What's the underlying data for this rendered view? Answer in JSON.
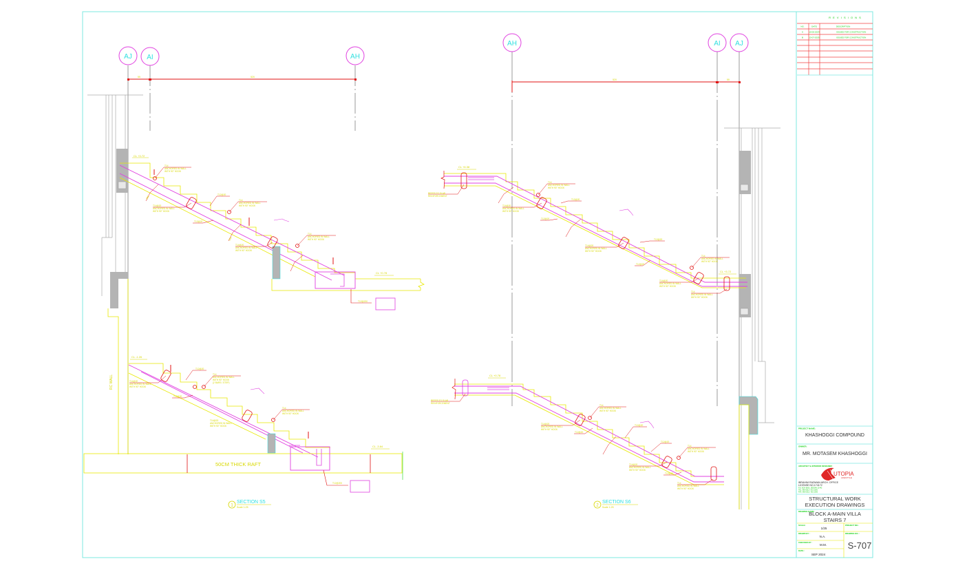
{
  "grid_bubbles": {
    "section_s5": [
      "AJ",
      "AI",
      "AH"
    ],
    "section_s6": [
      "AH",
      "AI",
      "AJ"
    ]
  },
  "dimensions": {
    "section_s5": [
      "55",
      "520"
    ],
    "section_s6": [
      "520",
      "55"
    ]
  },
  "sections": [
    {
      "number": "1",
      "title": "SECTION S5",
      "scale": "Scale 1:25"
    },
    {
      "number": "2",
      "title": "SECTION S6",
      "scale": "Scale 1:25"
    }
  ],
  "levels": {
    "s5_top": "CL +3.72",
    "s5_landing": "CL +0.78",
    "s5_bottom_top": "CL -1.26",
    "s5_raft": "CL -3.84",
    "s6_top_left": "CL +6.38",
    "s6_top_right": "CL +3.72",
    "s6_bottom_left": "CL +0.78"
  },
  "annotations": {
    "t14_wall": [
      "T14",
      "ANCHORED IN WALL",
      "WITH 90° HOOK"
    ],
    "t14_20_wall": [
      "T14@20",
      "ANCHORED IN WALL",
      "WITH 90° HOOK"
    ],
    "t14_two_bars": [
      "T14",
      "ANCHORED IN WALL",
      "WITH 90° HOOK",
      "(2 BARS / STEP)"
    ],
    "t12_20": "T12@20",
    "t12_200": "T12@200",
    "refer_slab": [
      "REFER TO SLAB",
      "REINFORCEMENT"
    ],
    "raft": "50CM THICK RAFT",
    "rc_wall": "RC WALL",
    "thickness": "200"
  },
  "revisions": {
    "title": "R E V I S I O N S",
    "headers": [
      "NO.",
      "DATE",
      "DESCRIPTION"
    ],
    "rows": [
      {
        "no": "A",
        "date": "10-06-2024",
        "desc": "ISSUED FOR CONSTRUCTION"
      },
      {
        "no": "B",
        "date": "13-07-2025",
        "desc": "ISSUED FOR CONSTRUCTION"
      }
    ]
  },
  "title_block": {
    "project_label": "PROJECT NAME:",
    "project": "KHASHOGGI COMPOUND",
    "owner_label": "OWNER:",
    "owner": "MR. MOTASEM KHASHOGGI",
    "architect_label": "ARCHITECT & INTERIOR DESIGNER:",
    "brand": "UTOPIA",
    "brand_sub": "LIFESTYLE",
    "office": "IBRAHIM RADWAN ARCH. OFFICE",
    "license": "LICENSE NO.174172",
    "contact": [
      "P.O. BOX 8000, JEDDAH 21442",
      "TEL: 966-0012 / 061-1000",
      "FAX: 966-0012 / 061-1000"
    ],
    "drawing_type": [
      "STRUCTURAL WORK",
      "EXECUTION DRAWINGS"
    ],
    "drawing_name_label": "DRAWING NAME:",
    "drawing_name": [
      "BLOCK A-MAIN VILLA",
      "STAIRS 7"
    ],
    "scale_label": "SCALE :",
    "scale": "1/25",
    "project_no_label": "PROJECT NO.:",
    "drawn_label": "DRAWN BY :",
    "drawn": "N.A.",
    "drawing_no_label": "DRAWING NO. :",
    "checked_label": "CHECKED BY :",
    "checked": "M.M.",
    "date_label": "DATE :",
    "date": "SEP 2024",
    "sheet_no": "S-707"
  },
  "colors": {
    "frame": "#7ee8e0",
    "grid_bubble": "#e040e0",
    "dimension": "#e01010",
    "concrete_outline": "#e8e800",
    "rebar": "#e040e0",
    "text_yellow": "#d8d800",
    "text_cyan": "#30e0e0",
    "wall_fill": "#b4b4b4",
    "revision_lines": "#f04040",
    "label_green": "#10d010"
  }
}
